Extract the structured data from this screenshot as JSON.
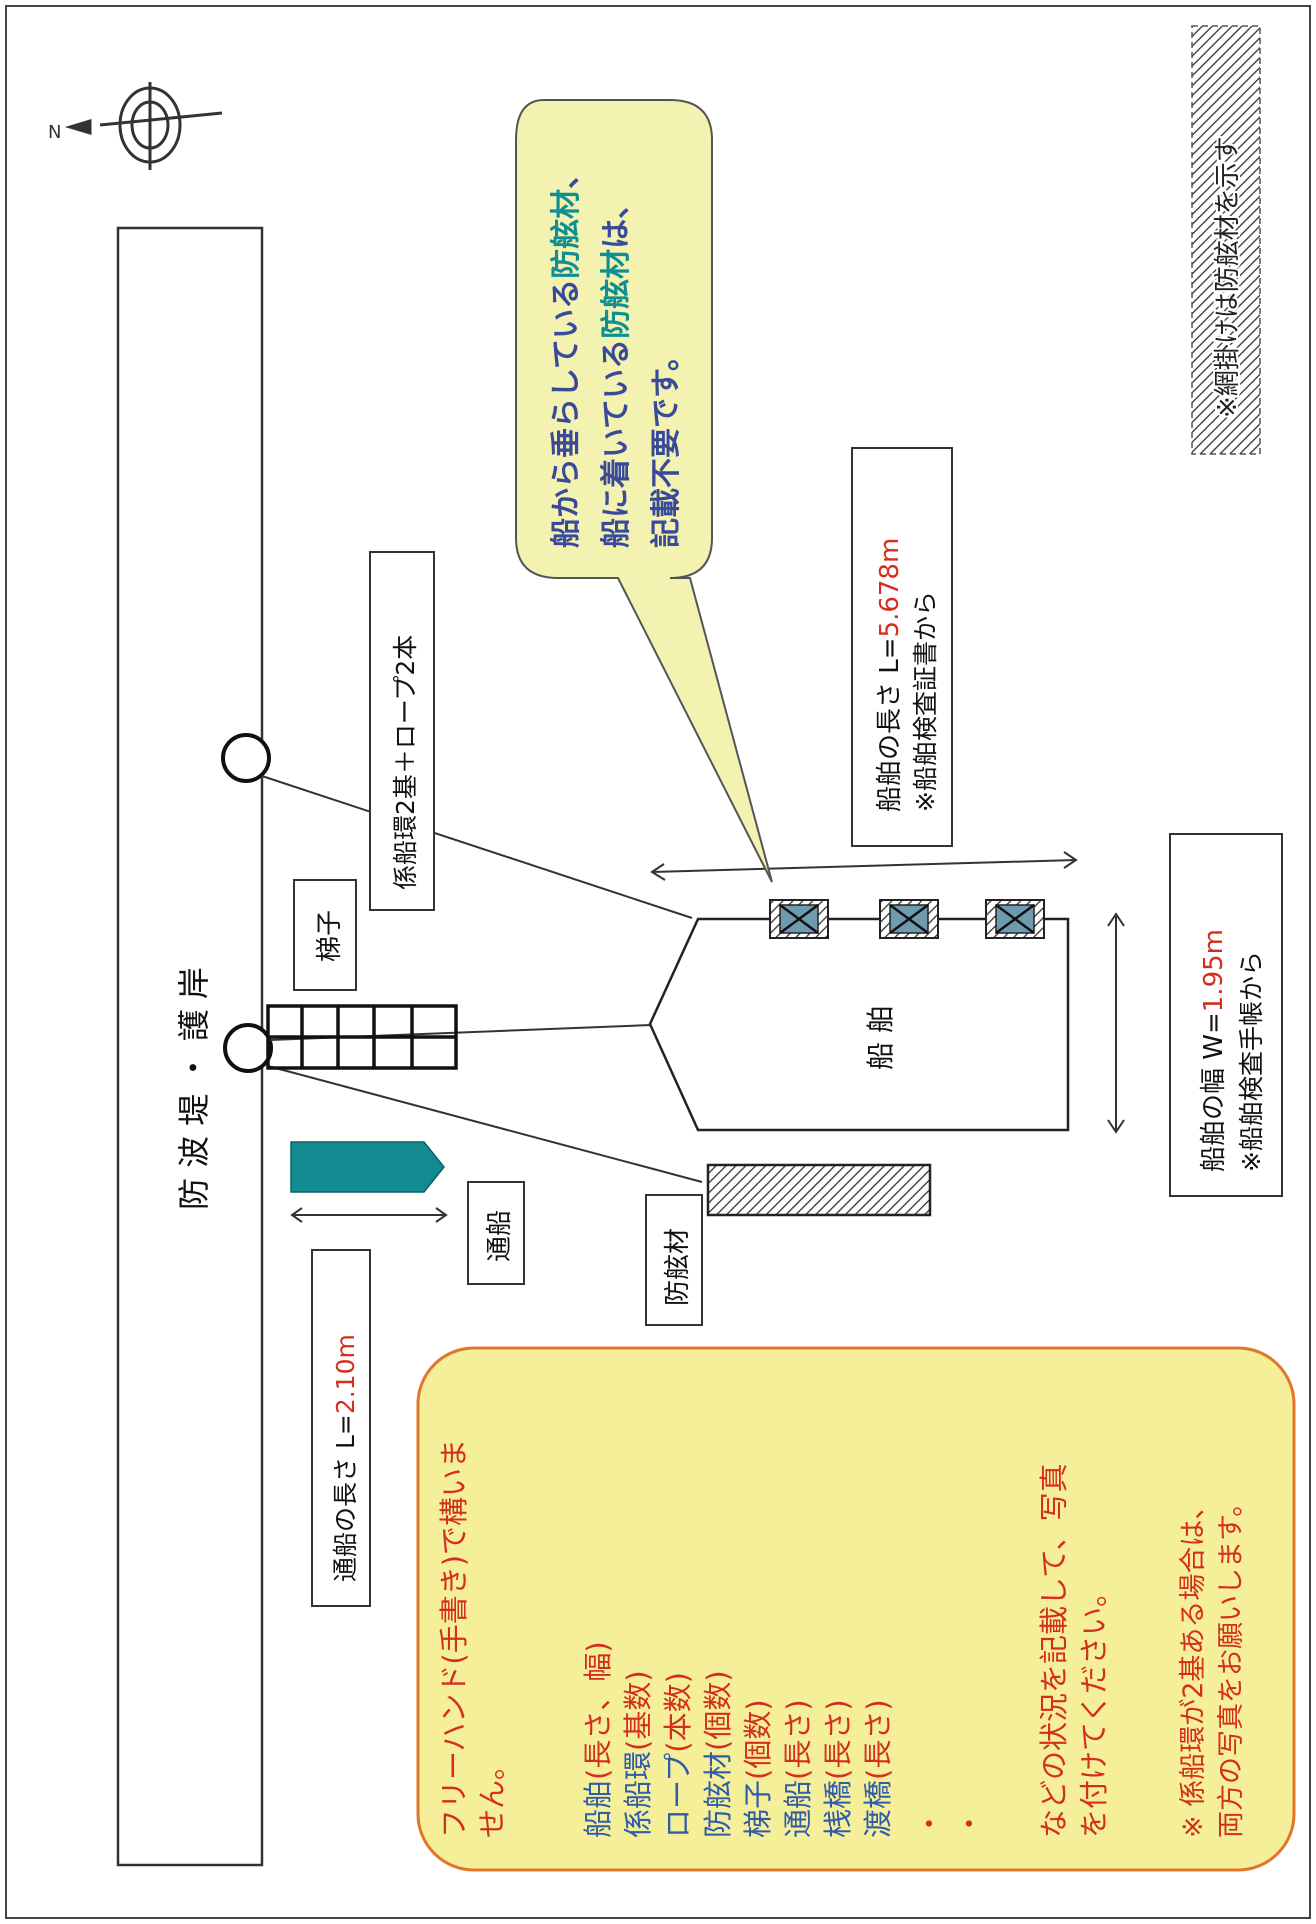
{
  "labels": {
    "breakwater": "防 波 堤 ・ 護 岸",
    "mooring_ring_rope": "係船環2基＋ロープ2本",
    "ladder": "梯子",
    "tender_boat": "通船",
    "tender_length_prefix": "通船の長さ L=",
    "tender_length_value": "2.10m",
    "fender": "防舷材",
    "ship": "船 舶",
    "ship_length_prefix": "船舶の長さ L=",
    "ship_length_value": "5.678m",
    "ship_length_note": "※船舶検査証書から",
    "ship_width_prefix": "船舶の幅 W=",
    "ship_width_value": "1.95m",
    "ship_width_note": "※船舶検査手帳から",
    "hatch_note": "※網掛けは防舷材を示す",
    "north": "N"
  },
  "callout": {
    "line1_a": "船から垂らしている",
    "line1_b": "防舷材",
    "line1_c": "、",
    "line2_a": "船に着いている",
    "line2_b": "防舷材",
    "line2_c": "は、",
    "line3": "記載不要です。"
  },
  "instruction": {
    "line1": "フリーハンド(手書き)で構いま",
    "line2": "せん。",
    "items": [
      {
        "name": "船舶",
        "detail": "(長さ、幅)"
      },
      {
        "name": "係船環",
        "detail": "(基数)"
      },
      {
        "name": "ロープ",
        "detail": "(本数)"
      },
      {
        "name": "防舷材",
        "detail": "(個数)"
      },
      {
        "name": "梯子",
        "detail": "(個数)"
      },
      {
        "name": "通船",
        "detail": "(長さ)"
      },
      {
        "name": "桟橋",
        "detail": "(長さ)"
      },
      {
        "name": "渡橋",
        "detail": "(長さ)"
      }
    ],
    "dot1": "・",
    "dot2": "・",
    "status_line1": "などの状況を記載して、写真",
    "status_line2": "を付けてください。",
    "note_line1": "※ 係船環が2基ある場合は、",
    "note_line2": "両方の写真をお願いします。"
  },
  "colors": {
    "red": "#d42f1e",
    "teal": "#0e8f94",
    "callout_fill": "#f4f2b0",
    "instruction_fill": "#f6ef9a",
    "instruction_stroke": "#e0772b",
    "callout_text": "#3a4a9a"
  }
}
